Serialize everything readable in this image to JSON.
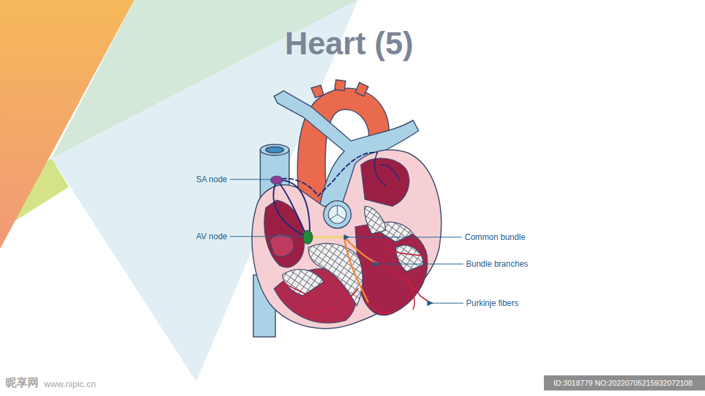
{
  "diagram": {
    "title": "Heart (5)",
    "labels": [
      "SA node",
      "AV node",
      "Common bundle",
      "Bundle branches",
      "Purkinje fibers",
      "昵享网",
      "www.nipic.cn",
      "ID:3018779 NO:20220705215932072108"
    ]
  }
}
